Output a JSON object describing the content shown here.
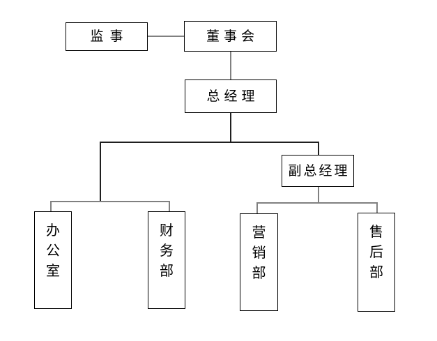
{
  "chart": {
    "type": "org-chart",
    "language": "zh-CN",
    "background": "#ffffff",
    "nodes": {
      "supervisor": {
        "label": "监事",
        "orientation": "horizontal",
        "level": 1
      },
      "board": {
        "label": "董事会",
        "orientation": "horizontal",
        "level": 1
      },
      "gm": {
        "label": "总经理",
        "orientation": "horizontal",
        "level": 2
      },
      "deputy_gm": {
        "label": "副总经理",
        "orientation": "horizontal",
        "level": 3
      },
      "office": {
        "label": "办公室",
        "orientation": "vertical",
        "level": 4
      },
      "finance": {
        "label": "财务部",
        "orientation": "vertical",
        "level": 4
      },
      "marketing": {
        "label": "营销部",
        "orientation": "vertical",
        "level": 4
      },
      "after_sales": {
        "label": "售后部",
        "orientation": "vertical",
        "level": 4
      }
    },
    "edges": [
      {
        "from": "supervisor",
        "to": "board",
        "style": "lateral"
      },
      {
        "from": "board",
        "to": "gm",
        "style": "vertical"
      },
      {
        "from": "gm",
        "to": "office",
        "style": "elbow"
      },
      {
        "from": "gm",
        "to": "finance",
        "style": "elbow"
      },
      {
        "from": "gm",
        "to": "deputy_gm",
        "style": "elbow"
      },
      {
        "from": "deputy_gm",
        "to": "marketing",
        "style": "elbow"
      },
      {
        "from": "deputy_gm",
        "to": "after_sales",
        "style": "elbow"
      }
    ],
    "colors": {
      "box_border": "#000000",
      "box_fill": "#ffffff",
      "text": "#000000",
      "connector": "#808080",
      "connector_dark": "#1f1f1f",
      "background": "#ffffff"
    }
  }
}
